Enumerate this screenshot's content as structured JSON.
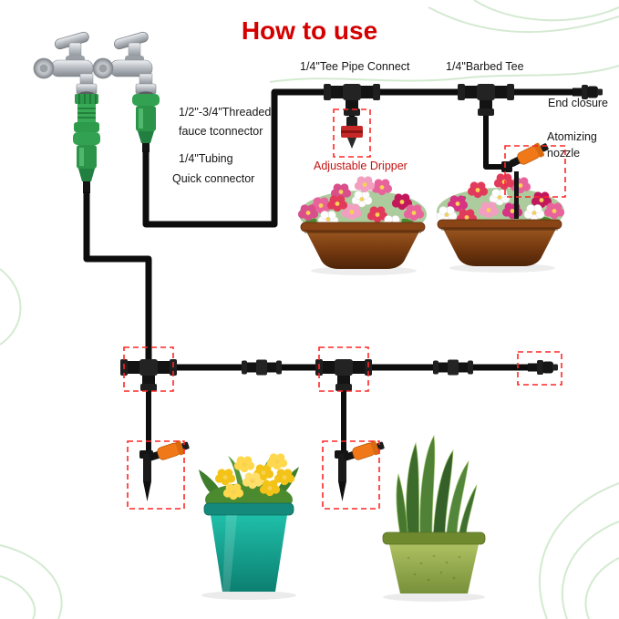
{
  "title": "How to use",
  "labels": {
    "threaded_connector_line1": "1/2\"-3/4\"Threaded",
    "threaded_connector_line2": "fauce tconnector",
    "tubing_line1": "1/4\"Tubing",
    "tubing_line2": "Quick connector",
    "tee_pipe_connect": "1/4\"Tee Pipe Connect",
    "barbed_tee": "1/4\"Barbed Tee",
    "end_closure": "End closure",
    "atomizing_line1": "Atomizing",
    "atomizing_line2": "nozzle",
    "adjustable_dripper": "Adjustable Dripper"
  },
  "colors": {
    "title_red": "#d40000",
    "label_red": "#c41212",
    "tube_black": "#0d0d0d",
    "connector_green": "#2e9a4b",
    "nozzle_orange": "#f07818",
    "highlight_dash_red": "#ff2626",
    "decor_green": "#cfe8cc"
  },
  "icons": {
    "faucet": "chrome-wall-faucet",
    "threaded_connector": "green-threaded-faucet-connector",
    "quick_connector": "green-quick-connector",
    "tee_connector": "black-tee-pipe-connector",
    "barbed_tee": "black-barbed-tee",
    "inline_connector": "black-straight-connector",
    "end_closure": "black-end-plug",
    "adjustable_dripper": "red-adjustable-dripper",
    "atomizing_nozzle": "orange-atomizing-nozzle",
    "drip_stake": "drip-stake-with-atomizing-nozzle",
    "flower_bowl": "brown-bowl-planter-with-flowers",
    "teal_pot": "teal-pot-with-yellow-flowers",
    "green_pot": "green-pot-with-snake-plant"
  }
}
